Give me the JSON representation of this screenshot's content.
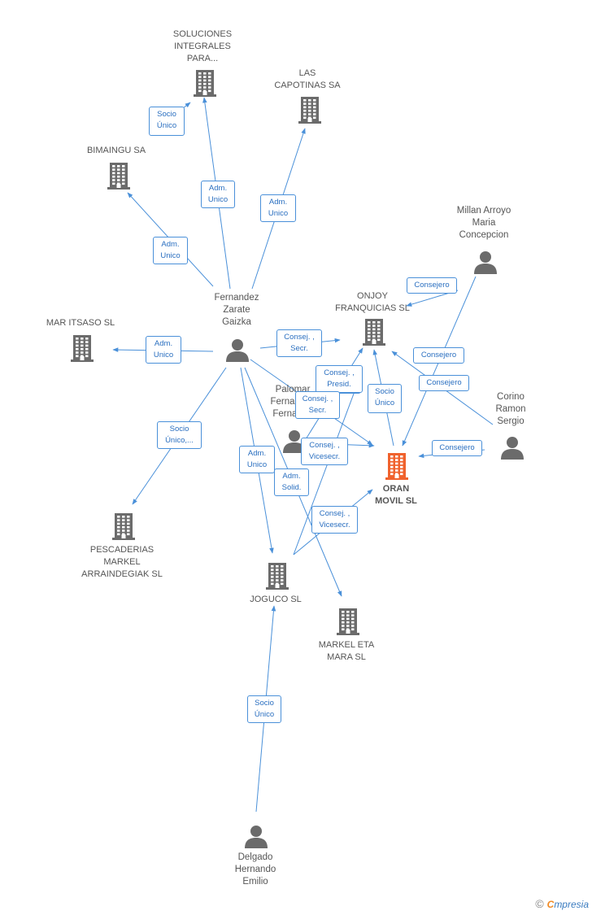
{
  "colors": {
    "edge": "#4a90d9",
    "building": "#6b6b6b",
    "building_center": "#f0622d",
    "person": "#6b6b6b"
  },
  "nodes": {
    "soluciones": {
      "label": "SOLUCIONES\nINTEGRALES\nPARA...",
      "icon": "building-icon"
    },
    "capotinas": {
      "label": "LAS\nCAPOTINAS SA",
      "icon": "building-icon"
    },
    "bimaingu": {
      "label": "BIMAINGU SA",
      "icon": "building-icon"
    },
    "maritsaso": {
      "label": "MAR ITSASO SL",
      "icon": "building-icon"
    },
    "fernandez": {
      "label": "Fernandez\nZarate\nGaizka",
      "icon": "person-icon"
    },
    "onjoy": {
      "label": "ONJOY\nFRANQUICIAS SL",
      "icon": "building-icon"
    },
    "millan": {
      "label": "Millan Arroyo\nMaria\nConcepcion",
      "icon": "person-icon"
    },
    "palomar": {
      "label": "Palomar\nFernandez\nFernando",
      "icon": "person-icon"
    },
    "corino": {
      "label": "Corino\nRamon\nSergio",
      "icon": "person-icon"
    },
    "oran": {
      "label": "ORAN\nMOVIL SL",
      "icon": "building-icon"
    },
    "pescaderias": {
      "label": "PESCADERIAS\nMARKEL\nARRAINDEGIAK SL",
      "icon": "building-icon"
    },
    "joguco": {
      "label": "JOGUCO SL",
      "icon": "building-icon"
    },
    "markel": {
      "label": "MARKEL ETA\nMARA SL",
      "icon": "building-icon"
    },
    "delgado": {
      "label": "Delgado\nHernando\nEmilio",
      "icon": "person-icon"
    }
  },
  "edges": [
    {
      "from": "bimaingu",
      "to": "soluciones",
      "label": "Socio\nÚnico"
    },
    {
      "from": "fernandez",
      "to": "soluciones",
      "label": "Adm.\nUnico"
    },
    {
      "from": "fernandez",
      "to": "capotinas",
      "label": "Adm.\nUnico"
    },
    {
      "from": "fernandez",
      "to": "bimaingu",
      "label": "Adm.\nUnico"
    },
    {
      "from": "fernandez",
      "to": "maritsaso",
      "label": "Adm.\nUnico"
    },
    {
      "from": "fernandez",
      "to": "onjoy",
      "label": "Consej. ,\nSecr."
    },
    {
      "from": "fernandez",
      "to": "pescaderias",
      "label": "Socio\nÚnico,..."
    },
    {
      "from": "fernandez",
      "to": "joguco",
      "label": "Adm.\nUnico"
    },
    {
      "from": "fernandez",
      "to": "markel",
      "label": "Adm.\nSolid."
    },
    {
      "from": "fernandez",
      "to": "oran",
      "label": "Consej. ,\nPresid."
    },
    {
      "from": "millan",
      "to": "onjoy",
      "label": "Consejero"
    },
    {
      "from": "millan",
      "to": "oran",
      "label": "Consejero"
    },
    {
      "from": "corino",
      "to": "onjoy",
      "label": "Consejero"
    },
    {
      "from": "corino",
      "to": "oran",
      "label": "Consejero"
    },
    {
      "from": "oran",
      "to": "onjoy",
      "label": "Socio\nÚnico"
    },
    {
      "from": "palomar",
      "to": "onjoy",
      "label": "Consej. ,\nPresid."
    },
    {
      "from": "palomar",
      "to": "oran",
      "label": "Consej. ,\nSecr."
    },
    {
      "from": "joguco",
      "to": "onjoy",
      "label": "Consej. ,\nVicesecr."
    },
    {
      "from": "joguco",
      "to": "oran",
      "label": "Consej. ,\nVicesecr."
    },
    {
      "from": "delgado",
      "to": "joguco",
      "label": "Socio\nÚnico"
    }
  ],
  "footer": {
    "copyright": "©",
    "brand_first": "C",
    "brand_rest": "mpresia"
  }
}
